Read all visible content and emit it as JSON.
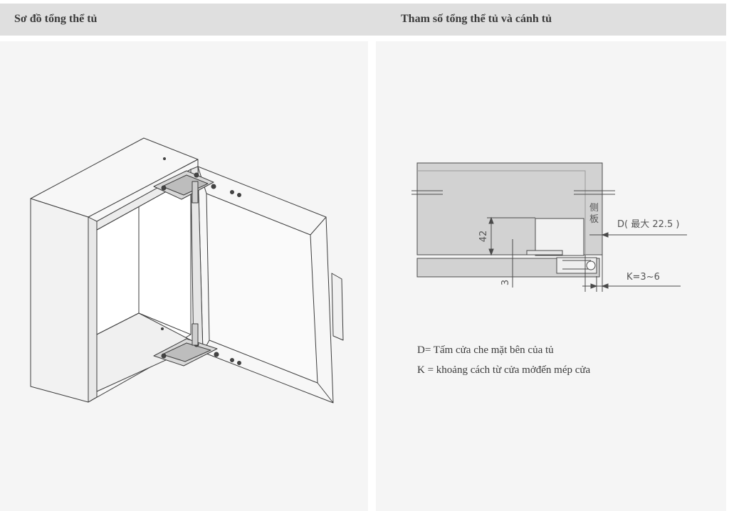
{
  "header": {
    "left_title": "Sơ đồ tổng thể tủ",
    "right_title": "Tham số tổng thể tủ và cánh tủ"
  },
  "diagram_right": {
    "dim_42": "42",
    "dim_3": "3",
    "side_panel_char1": "侧",
    "side_panel_char2": "板",
    "label_d": "D( 最大 22.5 )",
    "label_k": "K=3~6"
  },
  "legend": {
    "d_text": "D= Tấm cửa che mặt bên của tủ",
    "k_text": "K = khoảng cách từ cửa mởđến mép cửa"
  }
}
